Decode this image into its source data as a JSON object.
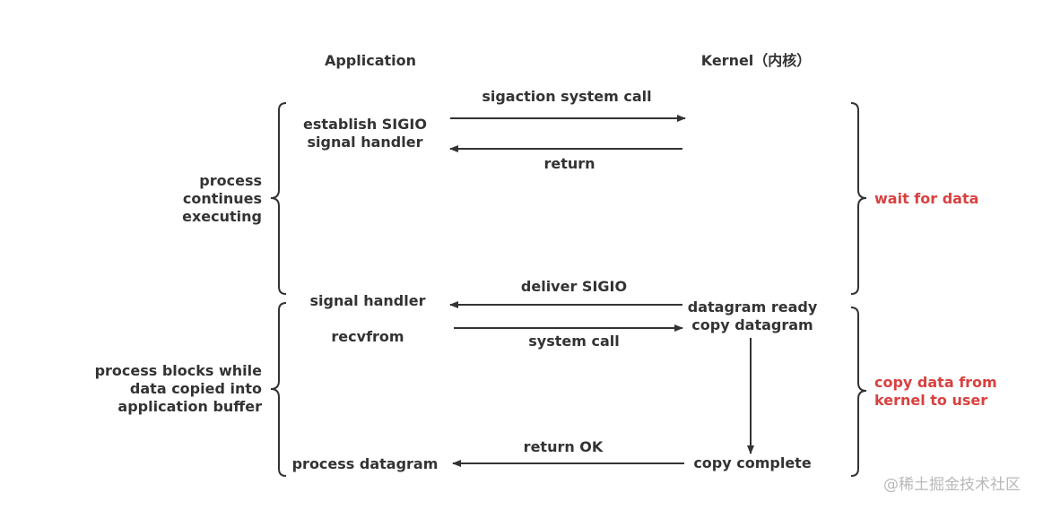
{
  "headers": {
    "application": "Application",
    "kernel": "Kernel（内核）"
  },
  "messages": {
    "sigaction_call": "sigaction system call",
    "return": "return",
    "deliver_sigio": "deliver SIGIO",
    "system_call": "system call",
    "return_ok": "return OK"
  },
  "application_steps": {
    "establish_handler": "establish SIGIO\nsignal handler",
    "signal_handler": "signal handler",
    "recvfrom": "recvfrom",
    "process_datagram": "process datagram"
  },
  "kernel_steps": {
    "datagram_ready": "datagram ready\ncopy datagram",
    "copy_complete": "copy complete"
  },
  "phases": {
    "process_continues": "process\ncontinues\nexecuting",
    "process_blocks": "process blocks while\ndata copied into\napplication buffer",
    "wait_for_data": "wait for data",
    "copy_data": "copy data from\nkernel to user"
  },
  "watermark": "@稀土掘金技术社区",
  "colors": {
    "text": "#333333",
    "accent": "#d9413f",
    "line": "#333333",
    "watermark": "#b8b8b8"
  }
}
